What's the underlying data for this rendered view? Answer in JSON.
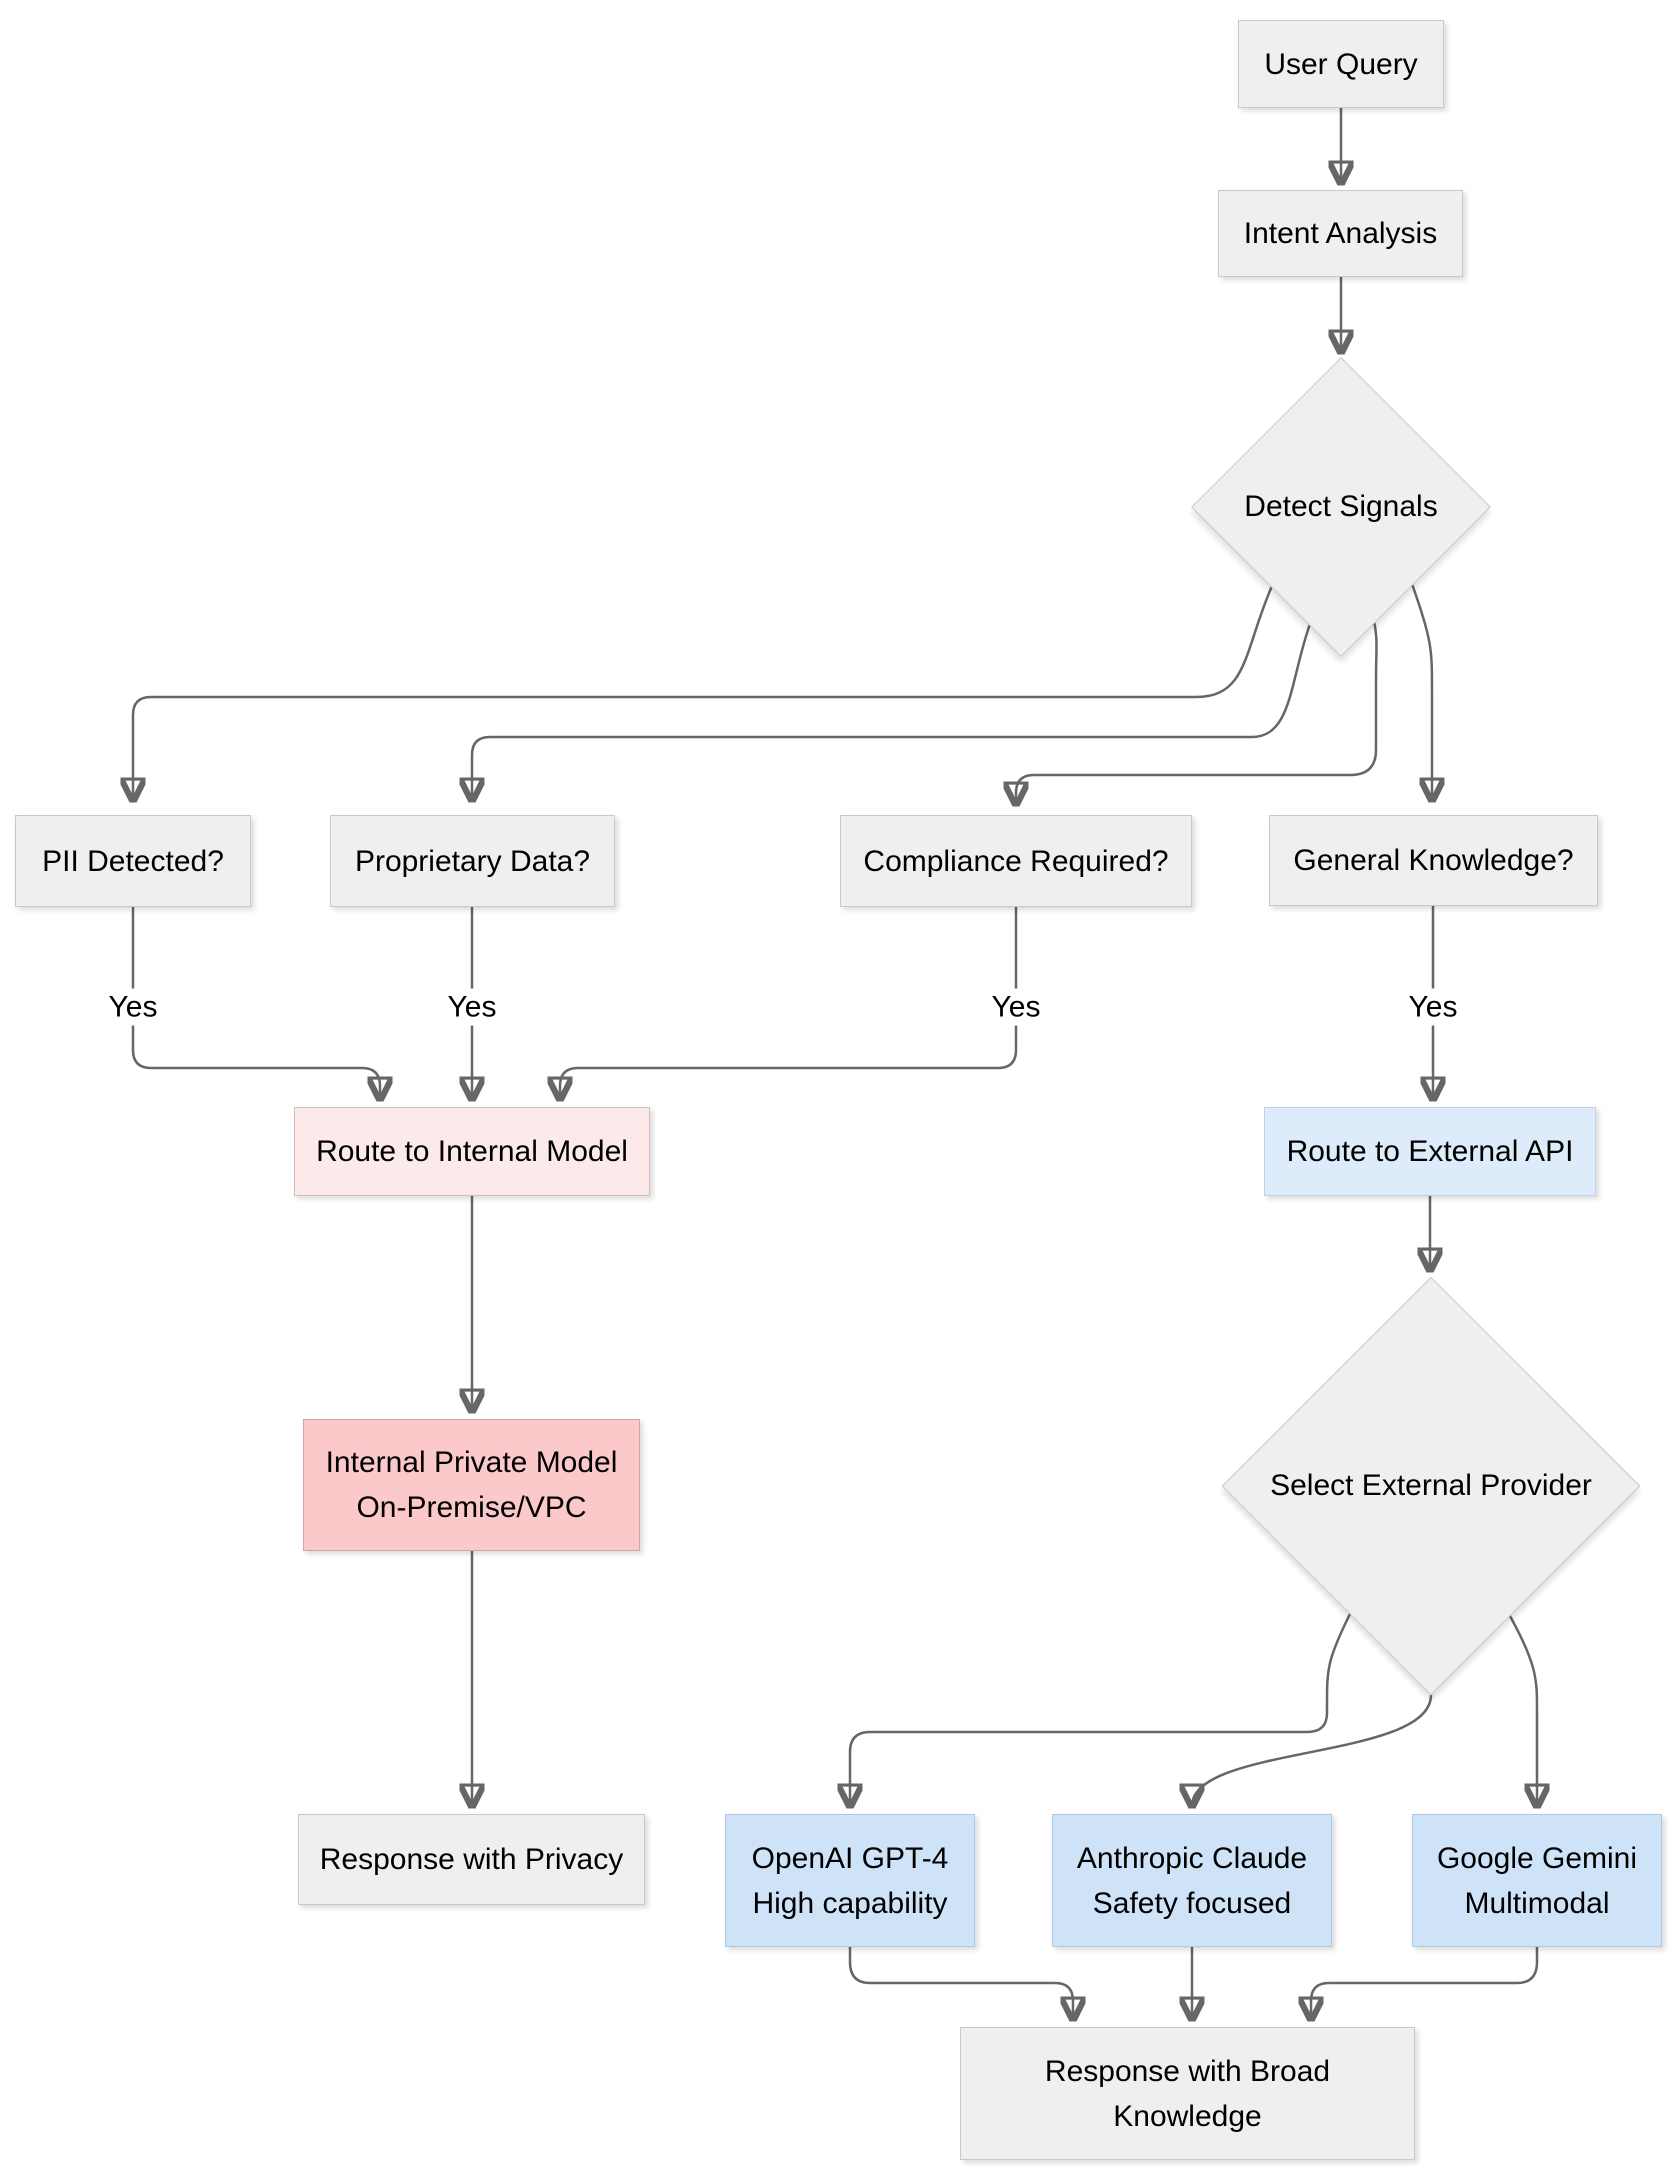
{
  "diagram": {
    "type": "flowchart",
    "nodes": {
      "user_query": {
        "label": "User Query"
      },
      "intent_analysis": {
        "label": "Intent Analysis"
      },
      "detect_signals": {
        "label": "Detect Signals"
      },
      "pii": {
        "label": "PII Detected?"
      },
      "proprietary": {
        "label": "Proprietary Data?"
      },
      "compliance": {
        "label": "Compliance Required?"
      },
      "general": {
        "label": "General Knowledge?"
      },
      "route_internal": {
        "label": "Route to Internal Model"
      },
      "route_external": {
        "label": "Route to External API"
      },
      "internal_model": {
        "line1": "Internal Private Model",
        "line2": "On-Premise/VPC"
      },
      "select_provider": {
        "label": "Select External Provider"
      },
      "response_privacy": {
        "label": "Response with Privacy"
      },
      "openai": {
        "line1": "OpenAI GPT-4",
        "line2": "High capability"
      },
      "anthropic": {
        "line1": "Anthropic Claude",
        "line2": "Safety focused"
      },
      "gemini": {
        "line1": "Google Gemini",
        "line2": "Multimodal"
      },
      "response_broad": {
        "line1": "Response with Broad",
        "line2": "Knowledge"
      }
    },
    "yes_labels": [
      "Yes",
      "Yes",
      "Yes",
      "Yes"
    ],
    "colors": {
      "neutral": "#efefef",
      "neutral_border": "#c9c9c9",
      "internal_light": "#fce9e9",
      "internal_light_border": "#d6bcbc",
      "internal": "#fbc9c9",
      "internal_border": "#d2a4a4",
      "external_light": "#ddebfa",
      "external_light_border": "#bdd0e4",
      "external": "#cfe3f8",
      "external_border": "#b0c8e0",
      "line": "#666666"
    }
  }
}
